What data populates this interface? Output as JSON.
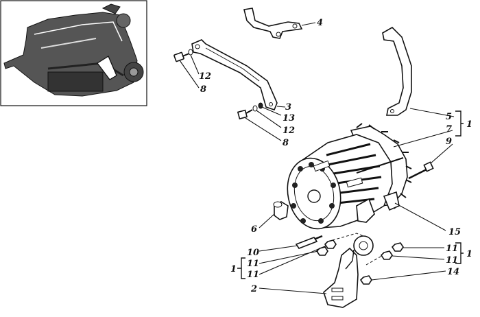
{
  "callouts": [
    {
      "id": "c4a",
      "text": "4"
    },
    {
      "id": "c12a",
      "text": "12"
    },
    {
      "id": "c8a",
      "text": "8"
    },
    {
      "id": "c3",
      "text": "3"
    },
    {
      "id": "c13",
      "text": "13"
    },
    {
      "id": "c12b",
      "text": "12"
    },
    {
      "id": "c8b",
      "text": "8"
    },
    {
      "id": "c5",
      "text": "5"
    },
    {
      "id": "c7",
      "text": "7"
    },
    {
      "id": "c9",
      "text": "9"
    },
    {
      "id": "c1a",
      "text": "1"
    },
    {
      "id": "c6",
      "text": "6"
    },
    {
      "id": "c15",
      "text": "15"
    },
    {
      "id": "c10",
      "text": "10"
    },
    {
      "id": "c11a",
      "text": "11"
    },
    {
      "id": "c11b",
      "text": "11"
    },
    {
      "id": "c1b",
      "text": "1"
    },
    {
      "id": "c11c",
      "text": "11"
    },
    {
      "id": "c11d",
      "text": "11"
    },
    {
      "id": "c1c",
      "text": "1"
    },
    {
      "id": "c14",
      "text": "14"
    },
    {
      "id": "c2",
      "text": "2"
    }
  ],
  "icons": {
    "engine_overview": "engine-overview-icon",
    "alternator": "alternator-icon",
    "arrow": "location-arrow-icon"
  }
}
